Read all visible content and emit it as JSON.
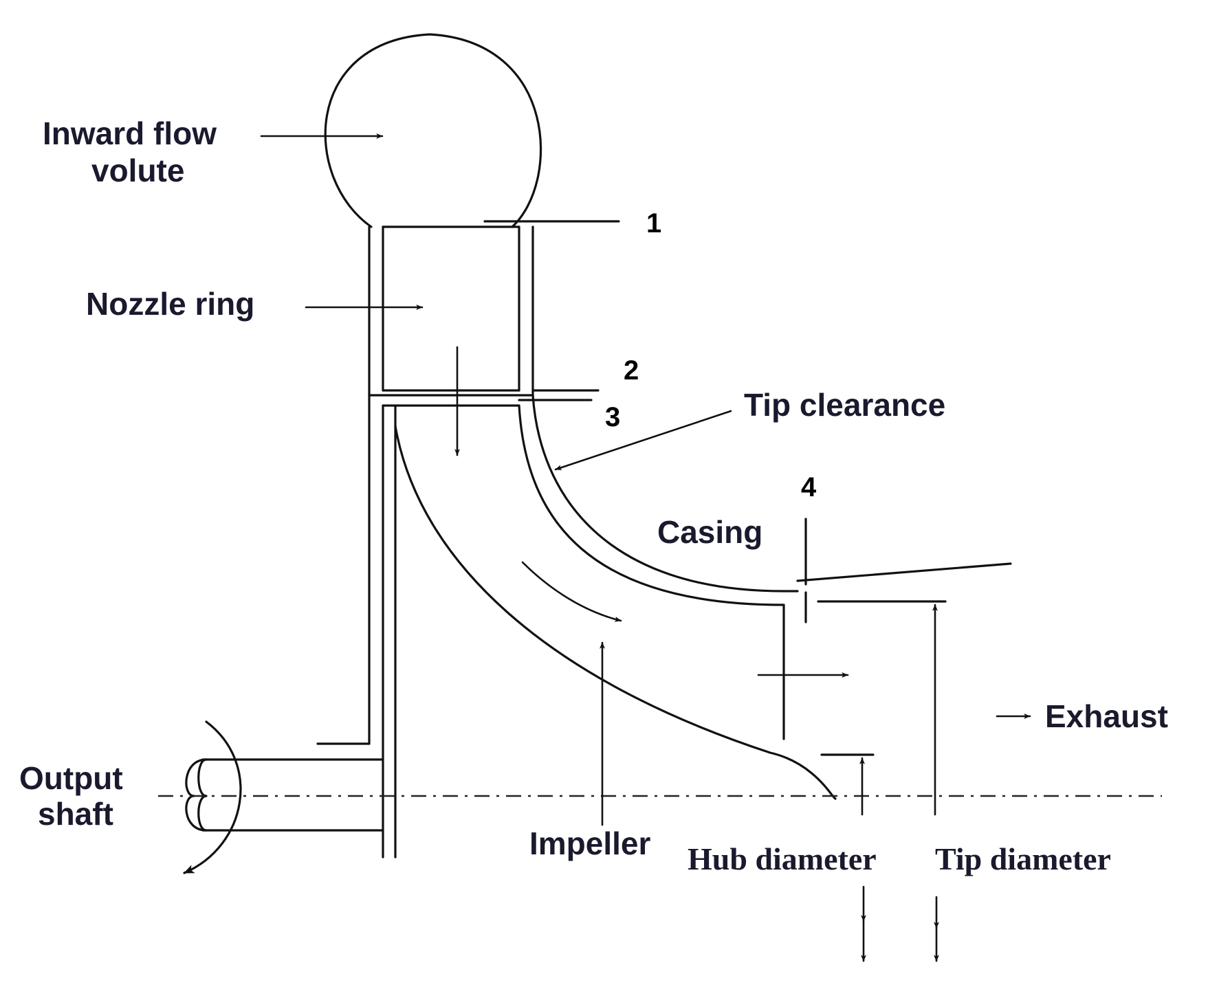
{
  "labels": {
    "inward_flow": "Inward flow",
    "volute": "volute",
    "nozzle_ring": "Nozzle ring",
    "tip_clearance": "Tip clearance",
    "casing": "Casing",
    "exhaust": "Exhaust",
    "output": "Output",
    "shaft": "shaft",
    "impeller": "Impeller",
    "hub_diameter": "Hub diameter",
    "tip_diameter": "Tip diameter"
  },
  "stations": [
    "1",
    "2",
    "3",
    "4"
  ]
}
